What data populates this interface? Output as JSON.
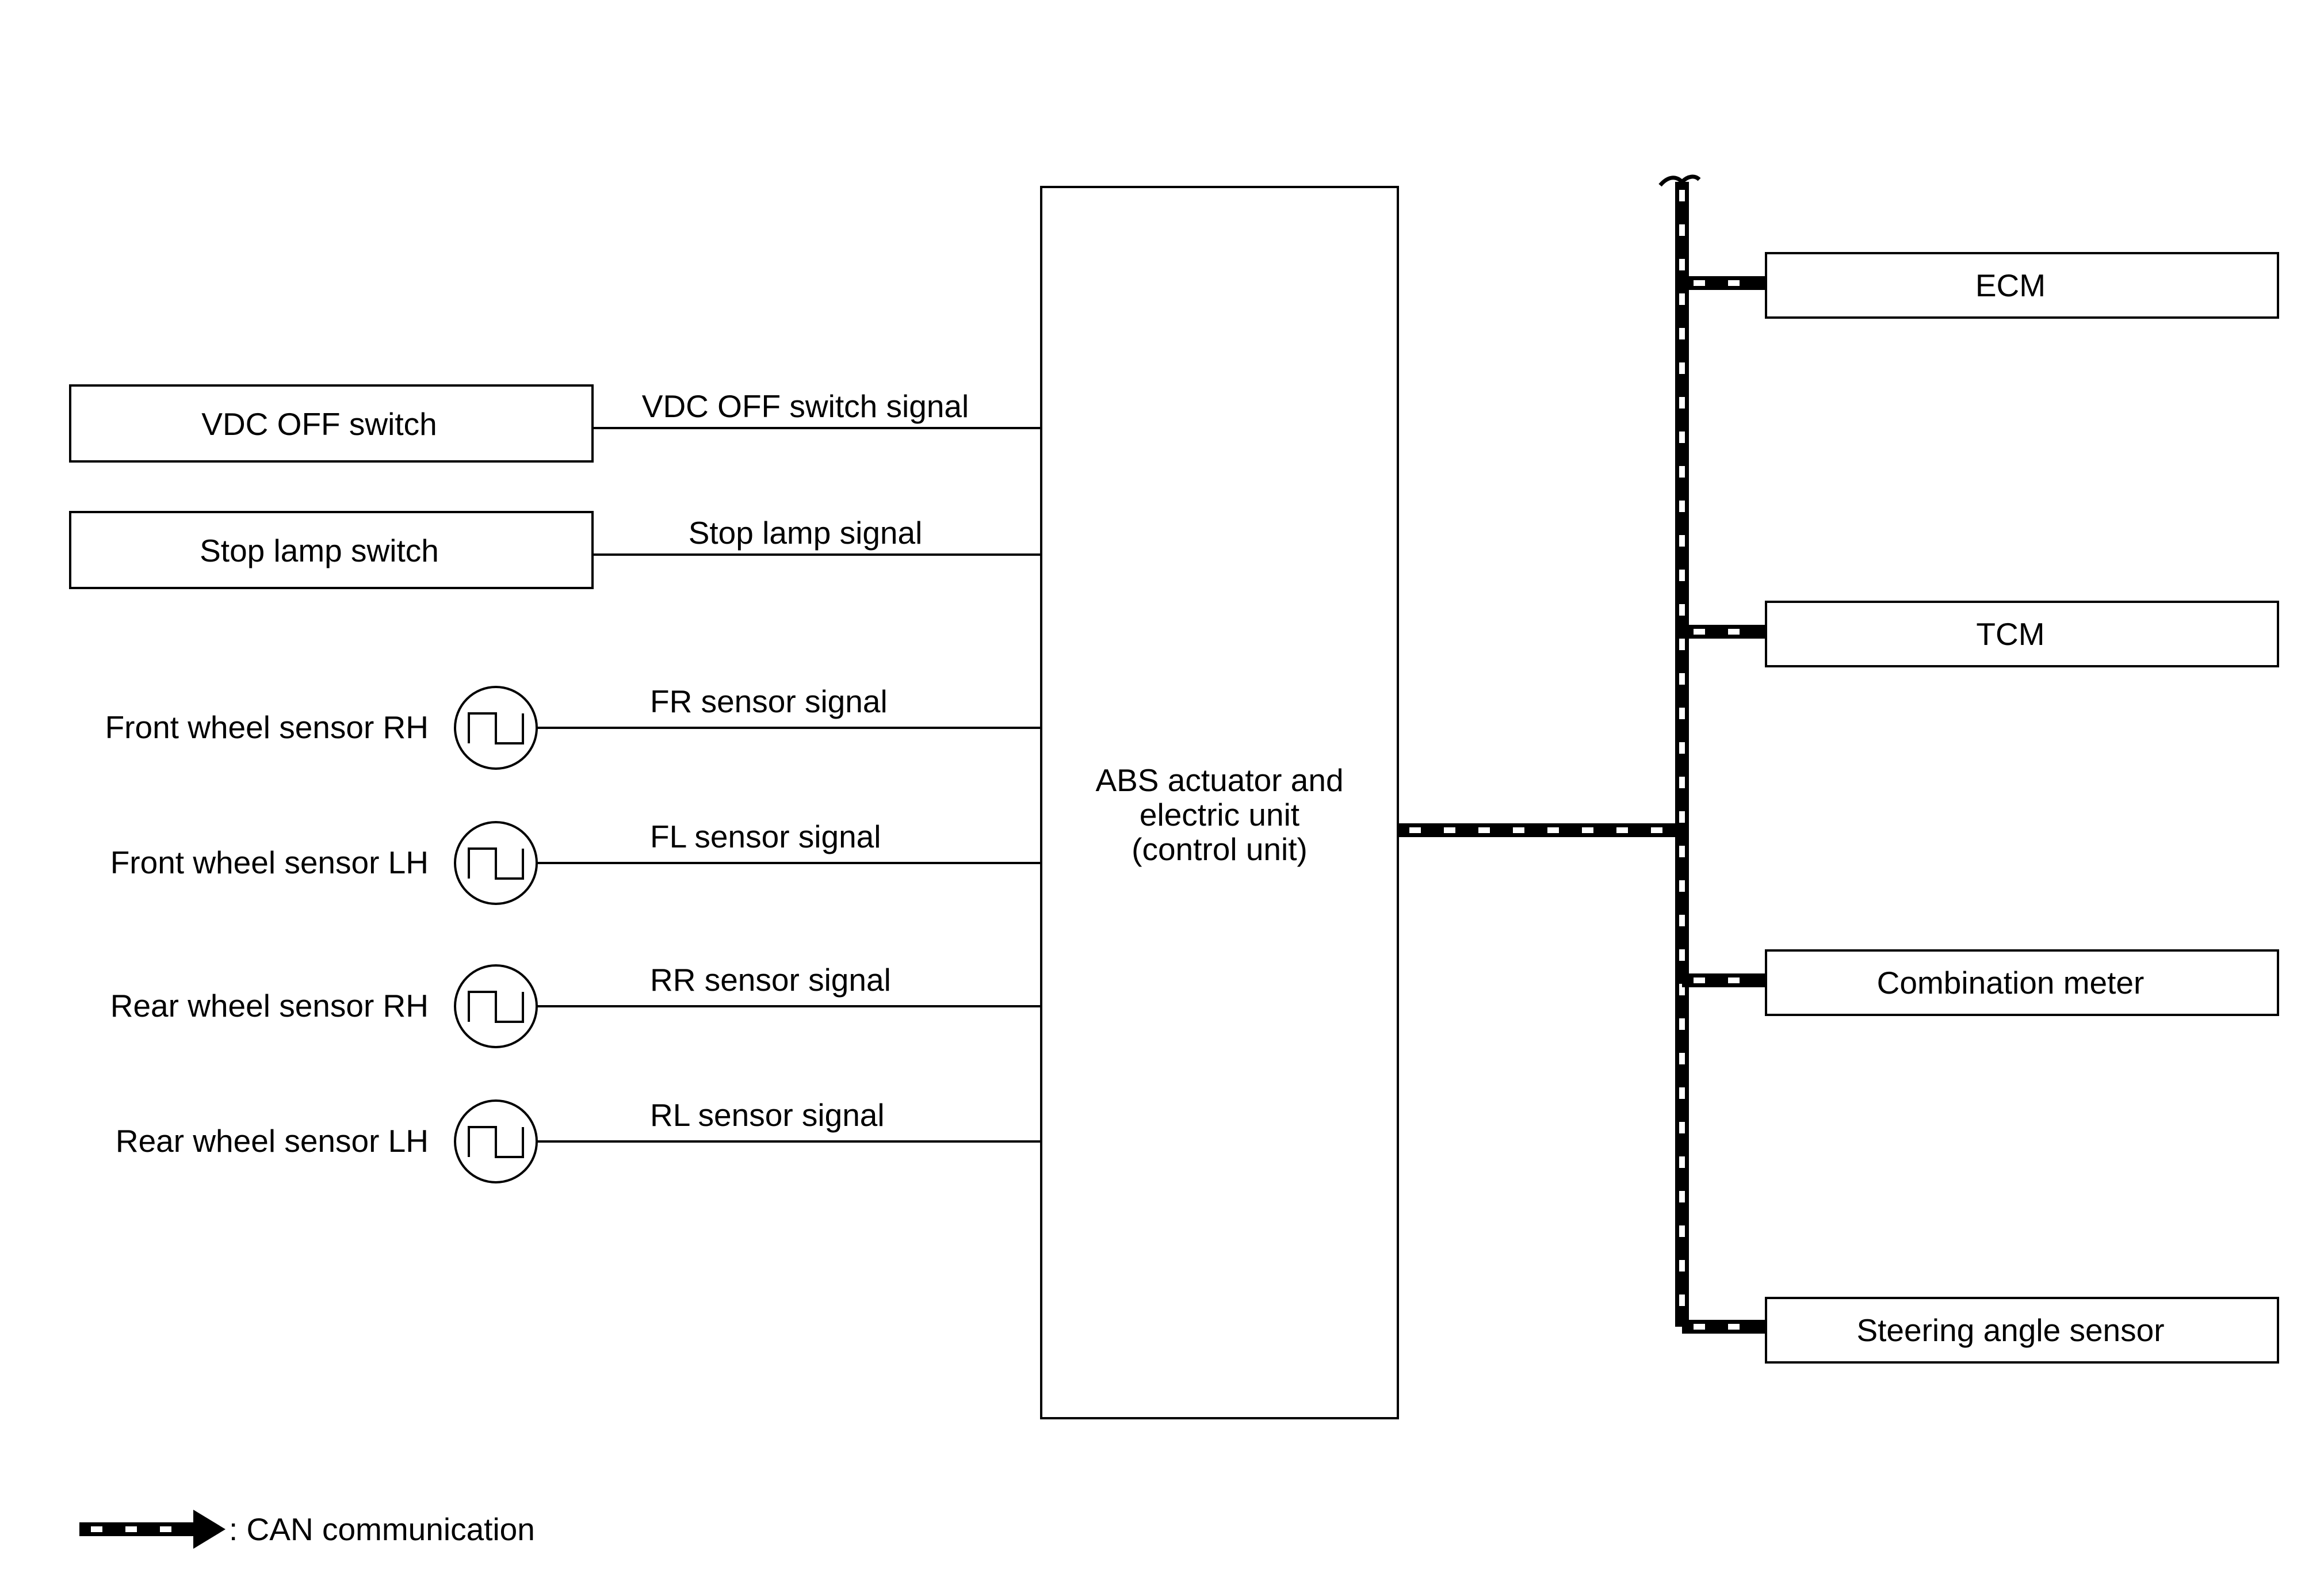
{
  "control_unit": {
    "lines": [
      "ABS actuator and",
      "electric unit",
      "(control unit)"
    ]
  },
  "inputs": [
    {
      "id": "vdc-off-switch",
      "kind": "switch",
      "label": "VDC OFF switch",
      "signal": "VDC OFF switch signal"
    },
    {
      "id": "stop-lamp-switch",
      "kind": "switch",
      "label": "Stop lamp switch",
      "signal": "Stop lamp signal"
    },
    {
      "id": "front-wheel-sensor-rh",
      "kind": "sensor",
      "label": "Front wheel sensor RH",
      "signal": "FR sensor signal"
    },
    {
      "id": "front-wheel-sensor-lh",
      "kind": "sensor",
      "label": "Front wheel sensor LH",
      "signal": "FL sensor signal"
    },
    {
      "id": "rear-wheel-sensor-rh",
      "kind": "sensor",
      "label": "Rear wheel sensor RH",
      "signal": "RR sensor signal"
    },
    {
      "id": "rear-wheel-sensor-lh",
      "kind": "sensor",
      "label": "Rear wheel sensor LH",
      "signal": "RL sensor signal"
    }
  ],
  "can_nodes": [
    {
      "id": "ecm",
      "label": "ECM"
    },
    {
      "id": "tcm",
      "label": "TCM"
    },
    {
      "id": "combination-meter",
      "label": "Combination meter"
    },
    {
      "id": "steering-angle-sensor",
      "label": "Steering angle sensor"
    }
  ],
  "legend": {
    "label": ": CAN communication"
  }
}
